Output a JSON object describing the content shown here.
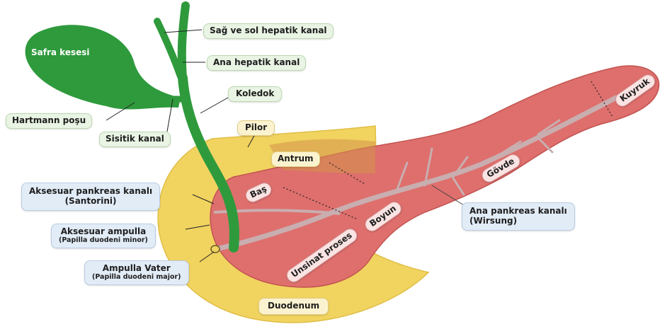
{
  "labels": {
    "safra_kesesi": "Safra kesesi",
    "sag_sol_hepatik": "Sağ ve sol hepatik kanal",
    "ana_hepatik": "Ana hepatik kanal",
    "koledok": "Koledok",
    "hartmann": "Hartmann poşu",
    "sisitik": "Sisitik kanal",
    "pilor": "Pilor",
    "antrum": "Antrum",
    "bas": "Baş",
    "boyun": "Boyun",
    "unsinat": "Unsinat proses",
    "govde": "Gövde",
    "kuyruk": "Kuyruk",
    "ana_pankreas": "Ana pankreas kanalı",
    "wirsung": "(Wirsung)",
    "aksesuar_pankreas": "Aksesuar pankreas kanalı",
    "santorini": "(Santorini)",
    "aksesuar_ampulla": "Aksesuar ampulla",
    "papilla_minor": "(Papilla duodeni minor)",
    "ampulla_vater": "Ampulla Vater",
    "papilla_major": "(Papilla duodeni major)",
    "duodenum": "Duodenum"
  },
  "colors": {
    "bile_duct": "#2e9a3c",
    "pancreas": "#de6f6d",
    "duodenum": "#f1d360",
    "pancreatic_duct": "#c9aeb0"
  }
}
